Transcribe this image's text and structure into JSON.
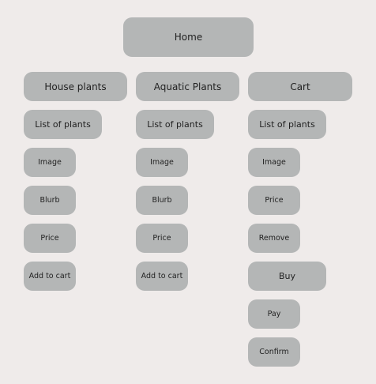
{
  "diagram": {
    "root": {
      "label": "Home"
    },
    "columns": [
      {
        "label": "House plants",
        "items": [
          "List of plants",
          "Image",
          "Blurb",
          "Price",
          "Add to cart"
        ]
      },
      {
        "label": "Aquatic Plants",
        "items": [
          "List of plants",
          "Image",
          "Blurb",
          "Price",
          "Add to cart"
        ]
      },
      {
        "label": "Cart",
        "items": [
          "List of plants",
          "Image",
          "Price",
          "Remove",
          "Buy",
          "Pay",
          "Confirm"
        ]
      }
    ]
  },
  "colors": {
    "background": "#efebea",
    "node_fill": "#b4b6b6",
    "text": "#222222"
  }
}
